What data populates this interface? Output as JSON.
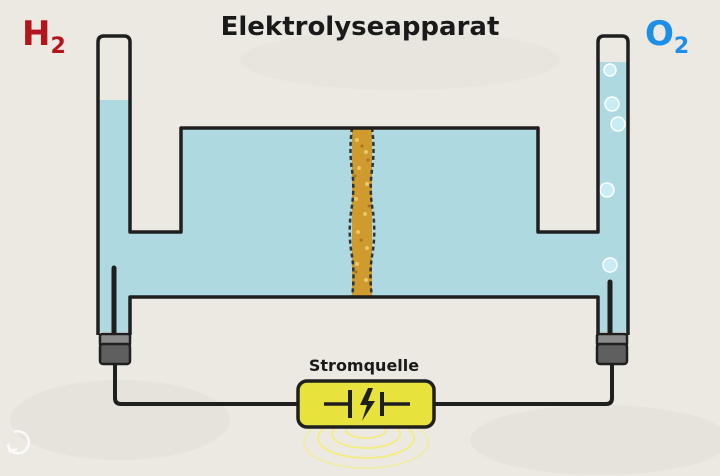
{
  "title": "Elektrolyseapparat",
  "left_gas": {
    "symbol": "H",
    "subscript": "2"
  },
  "right_gas": {
    "symbol": "O",
    "subscript": "2"
  },
  "power_source": {
    "label": "Stromquelle"
  },
  "colors": {
    "water": "#aed9e0",
    "outline": "#1f1f1f",
    "h2_label": "#b2151c",
    "o2_label": "#1d8fe6",
    "membrane": "#cf9a2e",
    "power_source": "#e8e23c",
    "electrode_cap": "#5f5f5f",
    "background": "#ece9e3"
  },
  "icons": {
    "power_source_symbol": "battery-lightning-icon",
    "reload": "reload-icon"
  }
}
